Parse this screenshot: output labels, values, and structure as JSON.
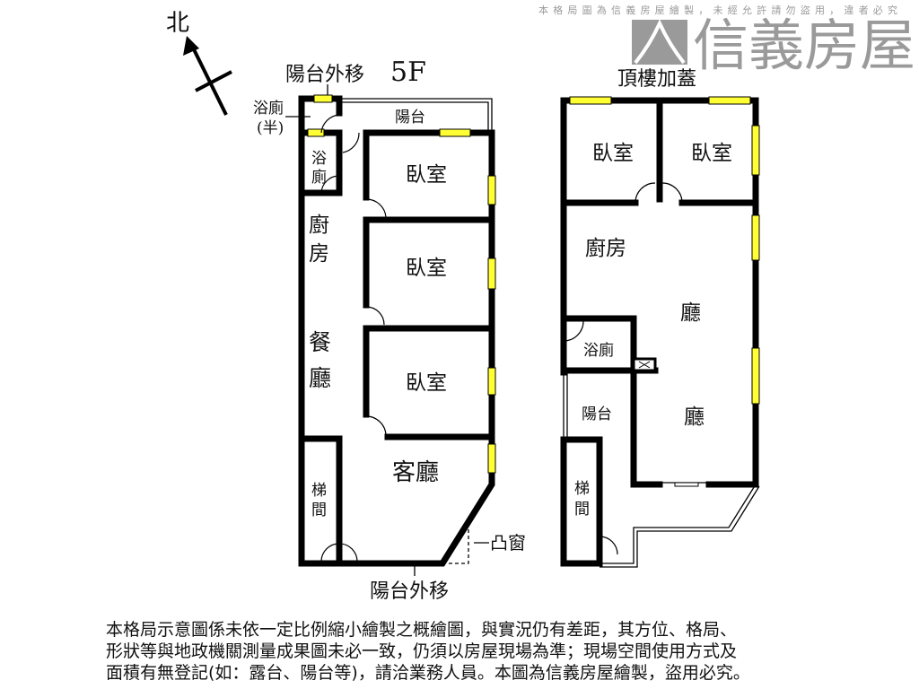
{
  "compass": {
    "label": "北"
  },
  "plan_5f": {
    "title": "5F",
    "balcony_moved_top": "陽台外移",
    "balcony_moved_bottom": "陽台外移",
    "half_bath": "浴廁",
    "half_bath_note": "(半)",
    "balcony": "陽台",
    "bath": [
      "浴",
      "廁"
    ],
    "bedrooms": [
      "臥室",
      "臥室",
      "臥室"
    ],
    "kitchen": [
      "廚",
      "房"
    ],
    "dining": [
      "餐",
      "廳"
    ],
    "living": "客廳",
    "stairs": [
      "梯",
      "間"
    ],
    "bay_window": "凸窗"
  },
  "plan_roof": {
    "title": "頂樓加蓋",
    "bedrooms": [
      "臥室",
      "臥室"
    ],
    "kitchen": "廚房",
    "hall_upper": "廳",
    "hall_lower": "廳",
    "bath": "浴廁",
    "balcony": "陽台",
    "stairs": [
      "梯",
      "間"
    ]
  },
  "watermark": {
    "brand": "信義房屋",
    "notice": "本格局圖為信義房屋繪製，未經允許請勿盜用，違者必究"
  },
  "disclaimer": [
    "本格局示意圖係未依一定比例縮小繪製之概繪圖，與實況仍有差距，其方位、格局、",
    "形狀等與地政機關測量成果圖未必一致，仍須以房屋現場為準；現場空間使用方式及",
    "面積有無登記(如：露台、陽台等)，請洽業務人員。本圖為信義房屋繪製，盜用必究。"
  ],
  "colors": {
    "window": "#ffff33",
    "wall": "#000000",
    "watermark": "#9a9a9a"
  }
}
